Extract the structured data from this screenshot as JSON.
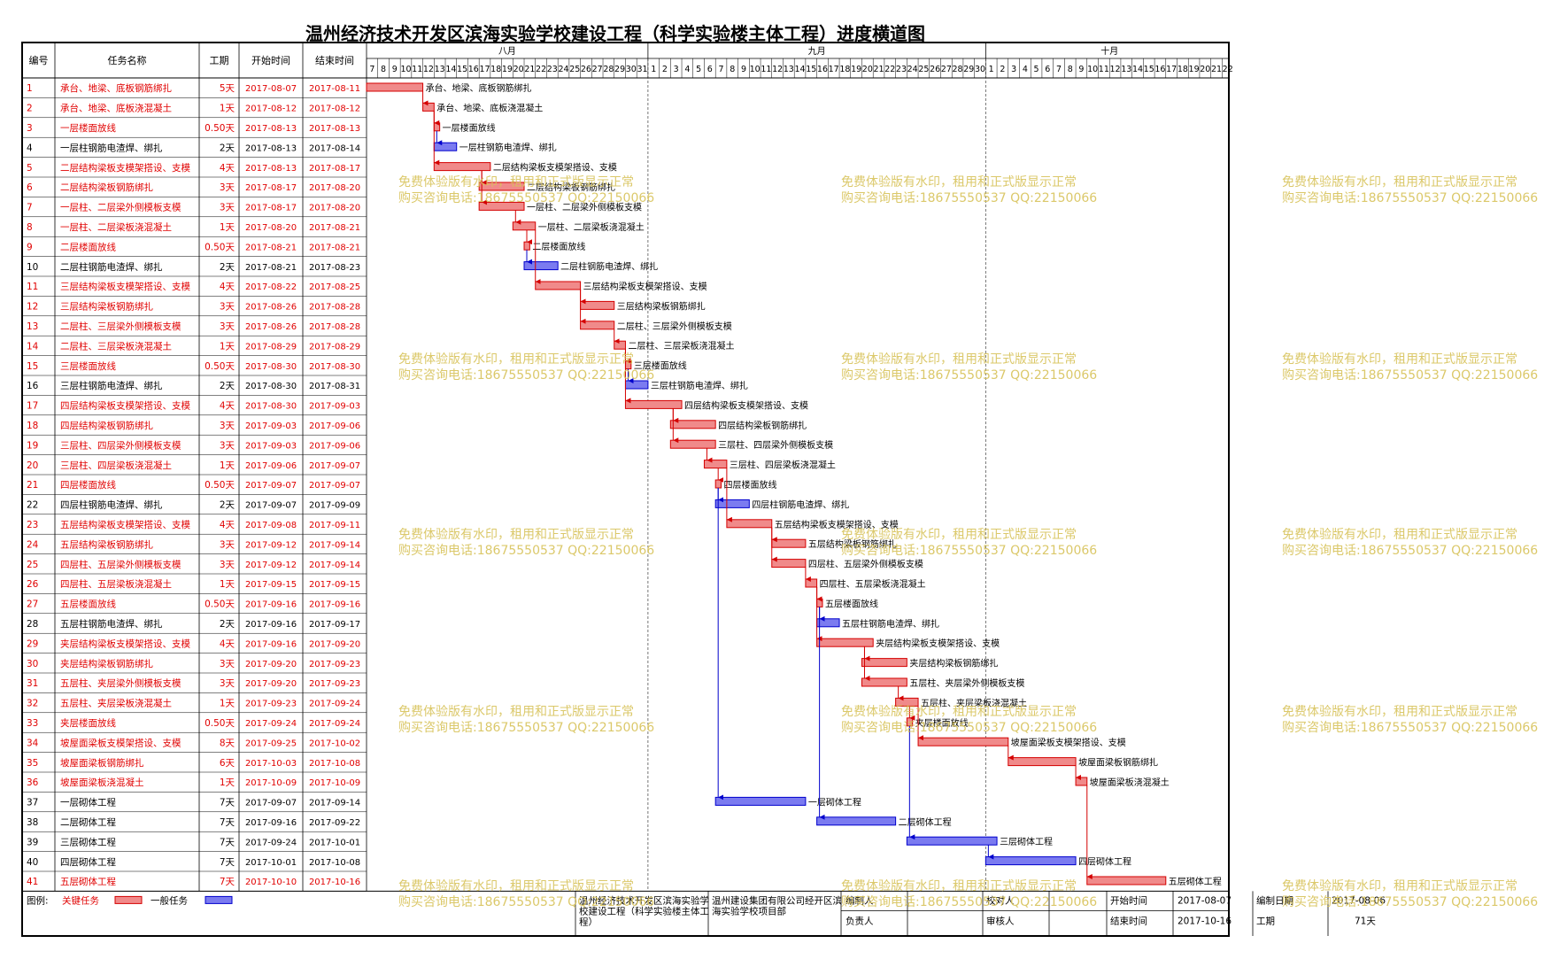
{
  "title": "温州经济技术开发区滨海实验学校建设工程（科学实验楼主体工程）进度横道图",
  "headers": {
    "no": "编号",
    "name": "任务名称",
    "dur": "工期",
    "start": "开始时间",
    "end": "结束时间"
  },
  "months": [
    {
      "label": "八月",
      "days": [
        "7",
        "8",
        "9",
        "10",
        "11",
        "12",
        "13",
        "14",
        "15",
        "16",
        "17",
        "18",
        "19",
        "20",
        "21",
        "22",
        "23",
        "24",
        "25",
        "26",
        "27",
        "28",
        "29",
        "30",
        "31"
      ]
    },
    {
      "label": "九月",
      "days": [
        "1",
        "2",
        "3",
        "4",
        "5",
        "6",
        "7",
        "8",
        "9",
        "10",
        "11",
        "12",
        "13",
        "14",
        "15",
        "16",
        "17",
        "18",
        "19",
        "20",
        "21",
        "22",
        "23",
        "24",
        "25",
        "26",
        "27",
        "28",
        "29",
        "30"
      ]
    },
    {
      "label": "十月",
      "days": [
        "1",
        "2",
        "3",
        "4",
        "5",
        "6",
        "7",
        "8",
        "9",
        "10",
        "11",
        "12",
        "13",
        "14",
        "15",
        "16",
        "17",
        "18",
        "19",
        "20",
        "21",
        "22"
      ]
    }
  ],
  "colors": {
    "critical_fill": "#f08a8a",
    "critical_stroke": "#d40000",
    "general_fill": "#7b7bf0",
    "general_stroke": "#0000cc",
    "critical_text": "#e00000",
    "normal_text": "#000000",
    "watermark": "#d8c35a"
  },
  "watermark": {
    "line1": "免费体验版有水印，租用和正式版显示正常",
    "line2": "购买咨询电话:18675550537 QQ:22150066"
  },
  "chart_data": {
    "type": "gantt",
    "date_range": [
      "2017-08-07",
      "2017-10-22"
    ],
    "tasks": [
      {
        "id": "1",
        "name": "承台、地梁、底板钢筋绑扎",
        "duration": "5天",
        "start": "2017-08-07",
        "end": "2017-08-11",
        "critical": true
      },
      {
        "id": "2",
        "name": "承台、地梁、底板浇混凝土",
        "duration": "1天",
        "start": "2017-08-12",
        "end": "2017-08-12",
        "critical": true
      },
      {
        "id": "3",
        "name": "一层楼面放线",
        "duration": "0.50天",
        "start": "2017-08-13",
        "end": "2017-08-13",
        "critical": true
      },
      {
        "id": "4",
        "name": "一层柱钢筋电渣焊、绑扎",
        "duration": "2天",
        "start": "2017-08-13",
        "end": "2017-08-14",
        "critical": false
      },
      {
        "id": "5",
        "name": "二层结构梁板支模架搭设、支模",
        "duration": "4天",
        "start": "2017-08-13",
        "end": "2017-08-17",
        "critical": true
      },
      {
        "id": "6",
        "name": "二层结构梁板钢筋绑扎",
        "duration": "3天",
        "start": "2017-08-17",
        "end": "2017-08-20",
        "critical": true
      },
      {
        "id": "7",
        "name": "一层柱、二层梁外侧模板支模",
        "duration": "3天",
        "start": "2017-08-17",
        "end": "2017-08-20",
        "critical": true
      },
      {
        "id": "8",
        "name": "一层柱、二层梁板浇混凝土",
        "duration": "1天",
        "start": "2017-08-20",
        "end": "2017-08-21",
        "critical": true
      },
      {
        "id": "9",
        "name": "二层楼面放线",
        "duration": "0.50天",
        "start": "2017-08-21",
        "end": "2017-08-21",
        "critical": true
      },
      {
        "id": "10",
        "name": "二层柱钢筋电渣焊、绑扎",
        "duration": "2天",
        "start": "2017-08-21",
        "end": "2017-08-23",
        "critical": false
      },
      {
        "id": "11",
        "name": "三层结构梁板支模架搭设、支模",
        "duration": "4天",
        "start": "2017-08-22",
        "end": "2017-08-25",
        "critical": true
      },
      {
        "id": "12",
        "name": "三层结构梁板钢筋绑扎",
        "duration": "3天",
        "start": "2017-08-26",
        "end": "2017-08-28",
        "critical": true
      },
      {
        "id": "13",
        "name": "二层柱、三层梁外侧模板支模",
        "duration": "3天",
        "start": "2017-08-26",
        "end": "2017-08-28",
        "critical": true
      },
      {
        "id": "14",
        "name": "二层柱、三层梁板浇混凝土",
        "duration": "1天",
        "start": "2017-08-29",
        "end": "2017-08-29",
        "critical": true
      },
      {
        "id": "15",
        "name": "三层楼面放线",
        "duration": "0.50天",
        "start": "2017-08-30",
        "end": "2017-08-30",
        "critical": true
      },
      {
        "id": "16",
        "name": "三层柱钢筋电渣焊、绑扎",
        "duration": "2天",
        "start": "2017-08-30",
        "end": "2017-08-31",
        "critical": false
      },
      {
        "id": "17",
        "name": "四层结构梁板支模架搭设、支模",
        "duration": "4天",
        "start": "2017-08-30",
        "end": "2017-09-03",
        "critical": true
      },
      {
        "id": "18",
        "name": "四层结构梁板钢筋绑扎",
        "duration": "3天",
        "start": "2017-09-03",
        "end": "2017-09-06",
        "critical": true
      },
      {
        "id": "19",
        "name": "三层柱、四层梁外侧模板支模",
        "duration": "3天",
        "start": "2017-09-03",
        "end": "2017-09-06",
        "critical": true
      },
      {
        "id": "20",
        "name": "三层柱、四层梁板浇混凝土",
        "duration": "1天",
        "start": "2017-09-06",
        "end": "2017-09-07",
        "critical": true
      },
      {
        "id": "21",
        "name": "四层楼面放线",
        "duration": "0.50天",
        "start": "2017-09-07",
        "end": "2017-09-07",
        "critical": true
      },
      {
        "id": "22",
        "name": "四层柱钢筋电渣焊、绑扎",
        "duration": "2天",
        "start": "2017-09-07",
        "end": "2017-09-09",
        "critical": false
      },
      {
        "id": "23",
        "name": "五层结构梁板支模架搭设、支模",
        "duration": "4天",
        "start": "2017-09-08",
        "end": "2017-09-11",
        "critical": true
      },
      {
        "id": "24",
        "name": "五层结构梁板钢筋绑扎",
        "duration": "3天",
        "start": "2017-09-12",
        "end": "2017-09-14",
        "critical": true
      },
      {
        "id": "25",
        "name": "四层柱、五层梁外侧模板支模",
        "duration": "3天",
        "start": "2017-09-12",
        "end": "2017-09-14",
        "critical": true
      },
      {
        "id": "26",
        "name": "四层柱、五层梁板浇混凝土",
        "duration": "1天",
        "start": "2017-09-15",
        "end": "2017-09-15",
        "critical": true
      },
      {
        "id": "27",
        "name": "五层楼面放线",
        "duration": "0.50天",
        "start": "2017-09-16",
        "end": "2017-09-16",
        "critical": true
      },
      {
        "id": "28",
        "name": "五层柱钢筋电渣焊、绑扎",
        "duration": "2天",
        "start": "2017-09-16",
        "end": "2017-09-17",
        "critical": false
      },
      {
        "id": "29",
        "name": "夹层结构梁板支模架搭设、支模",
        "duration": "4天",
        "start": "2017-09-16",
        "end": "2017-09-20",
        "critical": true
      },
      {
        "id": "30",
        "name": "夹层结构梁板钢筋绑扎",
        "duration": "3天",
        "start": "2017-09-20",
        "end": "2017-09-23",
        "critical": true
      },
      {
        "id": "31",
        "name": "五层柱、夹层梁外侧模板支模",
        "duration": "3天",
        "start": "2017-09-20",
        "end": "2017-09-23",
        "critical": true
      },
      {
        "id": "32",
        "name": "五层柱、夹层梁板浇混凝土",
        "duration": "1天",
        "start": "2017-09-23",
        "end": "2017-09-24",
        "critical": true
      },
      {
        "id": "33",
        "name": "夹层楼面放线",
        "duration": "0.50天",
        "start": "2017-09-24",
        "end": "2017-09-24",
        "critical": true
      },
      {
        "id": "34",
        "name": "坡屋面梁板支模架搭设、支模",
        "duration": "8天",
        "start": "2017-09-25",
        "end": "2017-10-02",
        "critical": true
      },
      {
        "id": "35",
        "name": "坡屋面梁板钢筋绑扎",
        "duration": "6天",
        "start": "2017-10-03",
        "end": "2017-10-08",
        "critical": true
      },
      {
        "id": "36",
        "name": "坡屋面梁板浇混凝土",
        "duration": "1天",
        "start": "2017-10-09",
        "end": "2017-10-09",
        "critical": true
      },
      {
        "id": "37",
        "name": "一层砌体工程",
        "duration": "7天",
        "start": "2017-09-07",
        "end": "2017-09-14",
        "critical": false
      },
      {
        "id": "38",
        "name": "二层砌体工程",
        "duration": "7天",
        "start": "2017-09-16",
        "end": "2017-09-22",
        "critical": false
      },
      {
        "id": "39",
        "name": "三层砌体工程",
        "duration": "7天",
        "start": "2017-09-24",
        "end": "2017-10-01",
        "critical": false
      },
      {
        "id": "40",
        "name": "四层砌体工程",
        "duration": "7天",
        "start": "2017-10-01",
        "end": "2017-10-08",
        "critical": false
      },
      {
        "id": "41",
        "name": "五层砌体工程",
        "duration": "7天",
        "start": "2017-10-10",
        "end": "2017-10-16",
        "critical": true
      }
    ],
    "links": [
      [
        1,
        2
      ],
      [
        2,
        3
      ],
      [
        2,
        5
      ],
      [
        3,
        4
      ],
      [
        5,
        6
      ],
      [
        5,
        7
      ],
      [
        7,
        8
      ],
      [
        8,
        9
      ],
      [
        9,
        10
      ],
      [
        8,
        11
      ],
      [
        11,
        12
      ],
      [
        11,
        13
      ],
      [
        13,
        14
      ],
      [
        14,
        15
      ],
      [
        15,
        16
      ],
      [
        14,
        17
      ],
      [
        17,
        18
      ],
      [
        17,
        19
      ],
      [
        19,
        20
      ],
      [
        20,
        21
      ],
      [
        21,
        22
      ],
      [
        20,
        23
      ],
      [
        23,
        24
      ],
      [
        23,
        25
      ],
      [
        25,
        26
      ],
      [
        26,
        27
      ],
      [
        27,
        28
      ],
      [
        26,
        29
      ],
      [
        29,
        30
      ],
      [
        29,
        31
      ],
      [
        31,
        32
      ],
      [
        32,
        33
      ],
      [
        32,
        34
      ],
      [
        34,
        35
      ],
      [
        35,
        36
      ],
      [
        36,
        41
      ],
      [
        21,
        37
      ],
      [
        27,
        38
      ],
      [
        33,
        39
      ],
      [
        39,
        40
      ]
    ]
  },
  "footer": {
    "legend_label": "图例:",
    "critical_label": "关键任务",
    "general_label": "一般任务",
    "project": "温州经济技术开发区滨海实验学校建设工程（科学实验楼主体工程）",
    "company": "温州建设集团有限公司经开区滨海实验学校项目部",
    "compiler_label": "编制人",
    "reviewer_label": "校对人",
    "responsible_label": "负责人",
    "auditor_label": "审核人",
    "start_label": "开始时间",
    "start_value": "2017-08-07",
    "end_label": "结束时间",
    "end_value": "2017-10-16",
    "made_label": "编制日期",
    "made_value": "2017-08-06",
    "dur_label": "工期",
    "dur_value": "71天"
  }
}
